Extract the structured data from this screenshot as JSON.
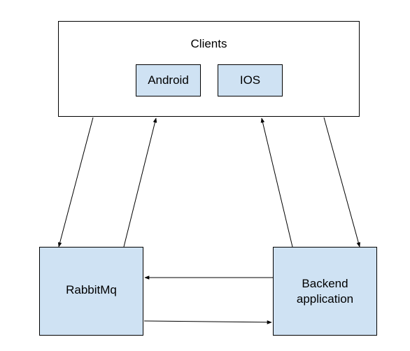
{
  "diagram": {
    "nodes": {
      "clients": {
        "label": "Clients",
        "fill": "#ffffff"
      },
      "android": {
        "label": "Android",
        "fill": "#cfe2f3"
      },
      "ios": {
        "label": "IOS",
        "fill": "#cfe2f3"
      },
      "rabbitmq": {
        "label": "RabbitMq",
        "fill": "#cfe2f3"
      },
      "backend": {
        "label": "Backend\napplication",
        "fill": "#cfe2f3"
      }
    },
    "edges": [
      {
        "from": "clients",
        "to": "rabbitmq"
      },
      {
        "from": "rabbitmq",
        "to": "clients"
      },
      {
        "from": "backend",
        "to": "clients"
      },
      {
        "from": "clients",
        "to": "backend"
      },
      {
        "from": "backend",
        "to": "rabbitmq"
      },
      {
        "from": "rabbitmq",
        "to": "backend"
      }
    ],
    "line_color": "#000000"
  }
}
